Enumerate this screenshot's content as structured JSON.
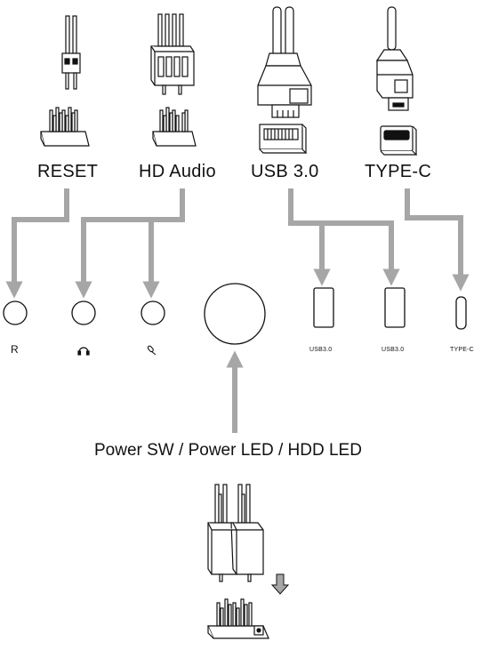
{
  "connectors": {
    "reset": "RESET",
    "hd_audio": "HD Audio",
    "usb3": "USB 3.0",
    "typec": "TYPE-C"
  },
  "front_panel": {
    "reset_label": "R",
    "headphone_icon": "headphone-icon",
    "mic_icon": "microphone-icon",
    "usb_port_1": "USB3.0",
    "usb_port_2": "USB3.0",
    "typec_port": "TYPE-C"
  },
  "power_title": "Power SW / Power LED / HDD LED",
  "colors": {
    "arrow": "#a6a6a6",
    "line": "#111111"
  }
}
